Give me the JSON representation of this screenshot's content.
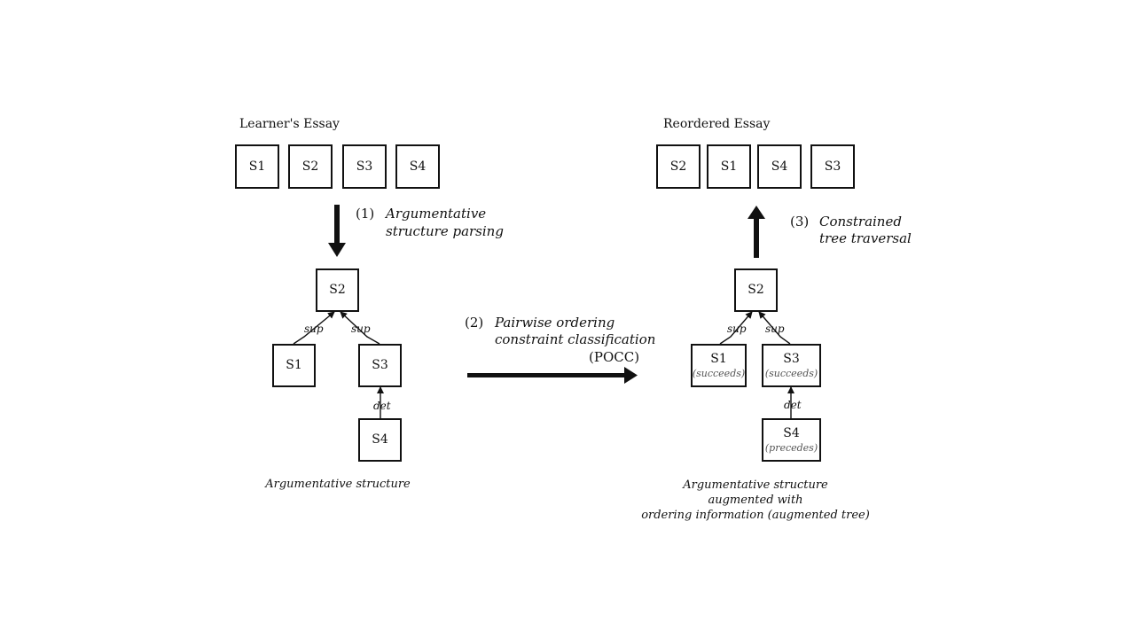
{
  "left": {
    "title": "Learner's Essay",
    "sentences": [
      "S1",
      "S2",
      "S3",
      "S4"
    ],
    "tree": {
      "root": "S2",
      "child1": "S1",
      "child2": "S3",
      "grandchild": "S4",
      "edge1": "sup",
      "edge2": "sup",
      "edge3": "det"
    },
    "caption": "Argumentative structure"
  },
  "right": {
    "title": "Reordered Essay",
    "sentences": [
      "S2",
      "S1",
      "S4",
      "S3"
    ],
    "tree": {
      "root": "S2",
      "child1": "S1",
      "child1_sub": "(succeeds)",
      "child2": "S3",
      "child2_sub": "(succeeds)",
      "grandchild": "S4",
      "grandchild_sub": "(precedes)",
      "edge1": "sup",
      "edge2": "sup",
      "edge3": "det"
    },
    "caption_lines": [
      "Argumentative structure",
      "augmented with",
      "ordering information (augmented tree)"
    ]
  },
  "steps": {
    "step1_num": "(1)",
    "step1_line1": "Argumentative",
    "step1_line2": "structure parsing",
    "step2_num": "(2)",
    "step2_line1": "Pairwise ordering",
    "step2_line2": "constraint classification",
    "step2_line3": "(POCC)",
    "step3_num": "(3)",
    "step3_line1": "Constrained",
    "step3_line2": "tree traversal"
  }
}
